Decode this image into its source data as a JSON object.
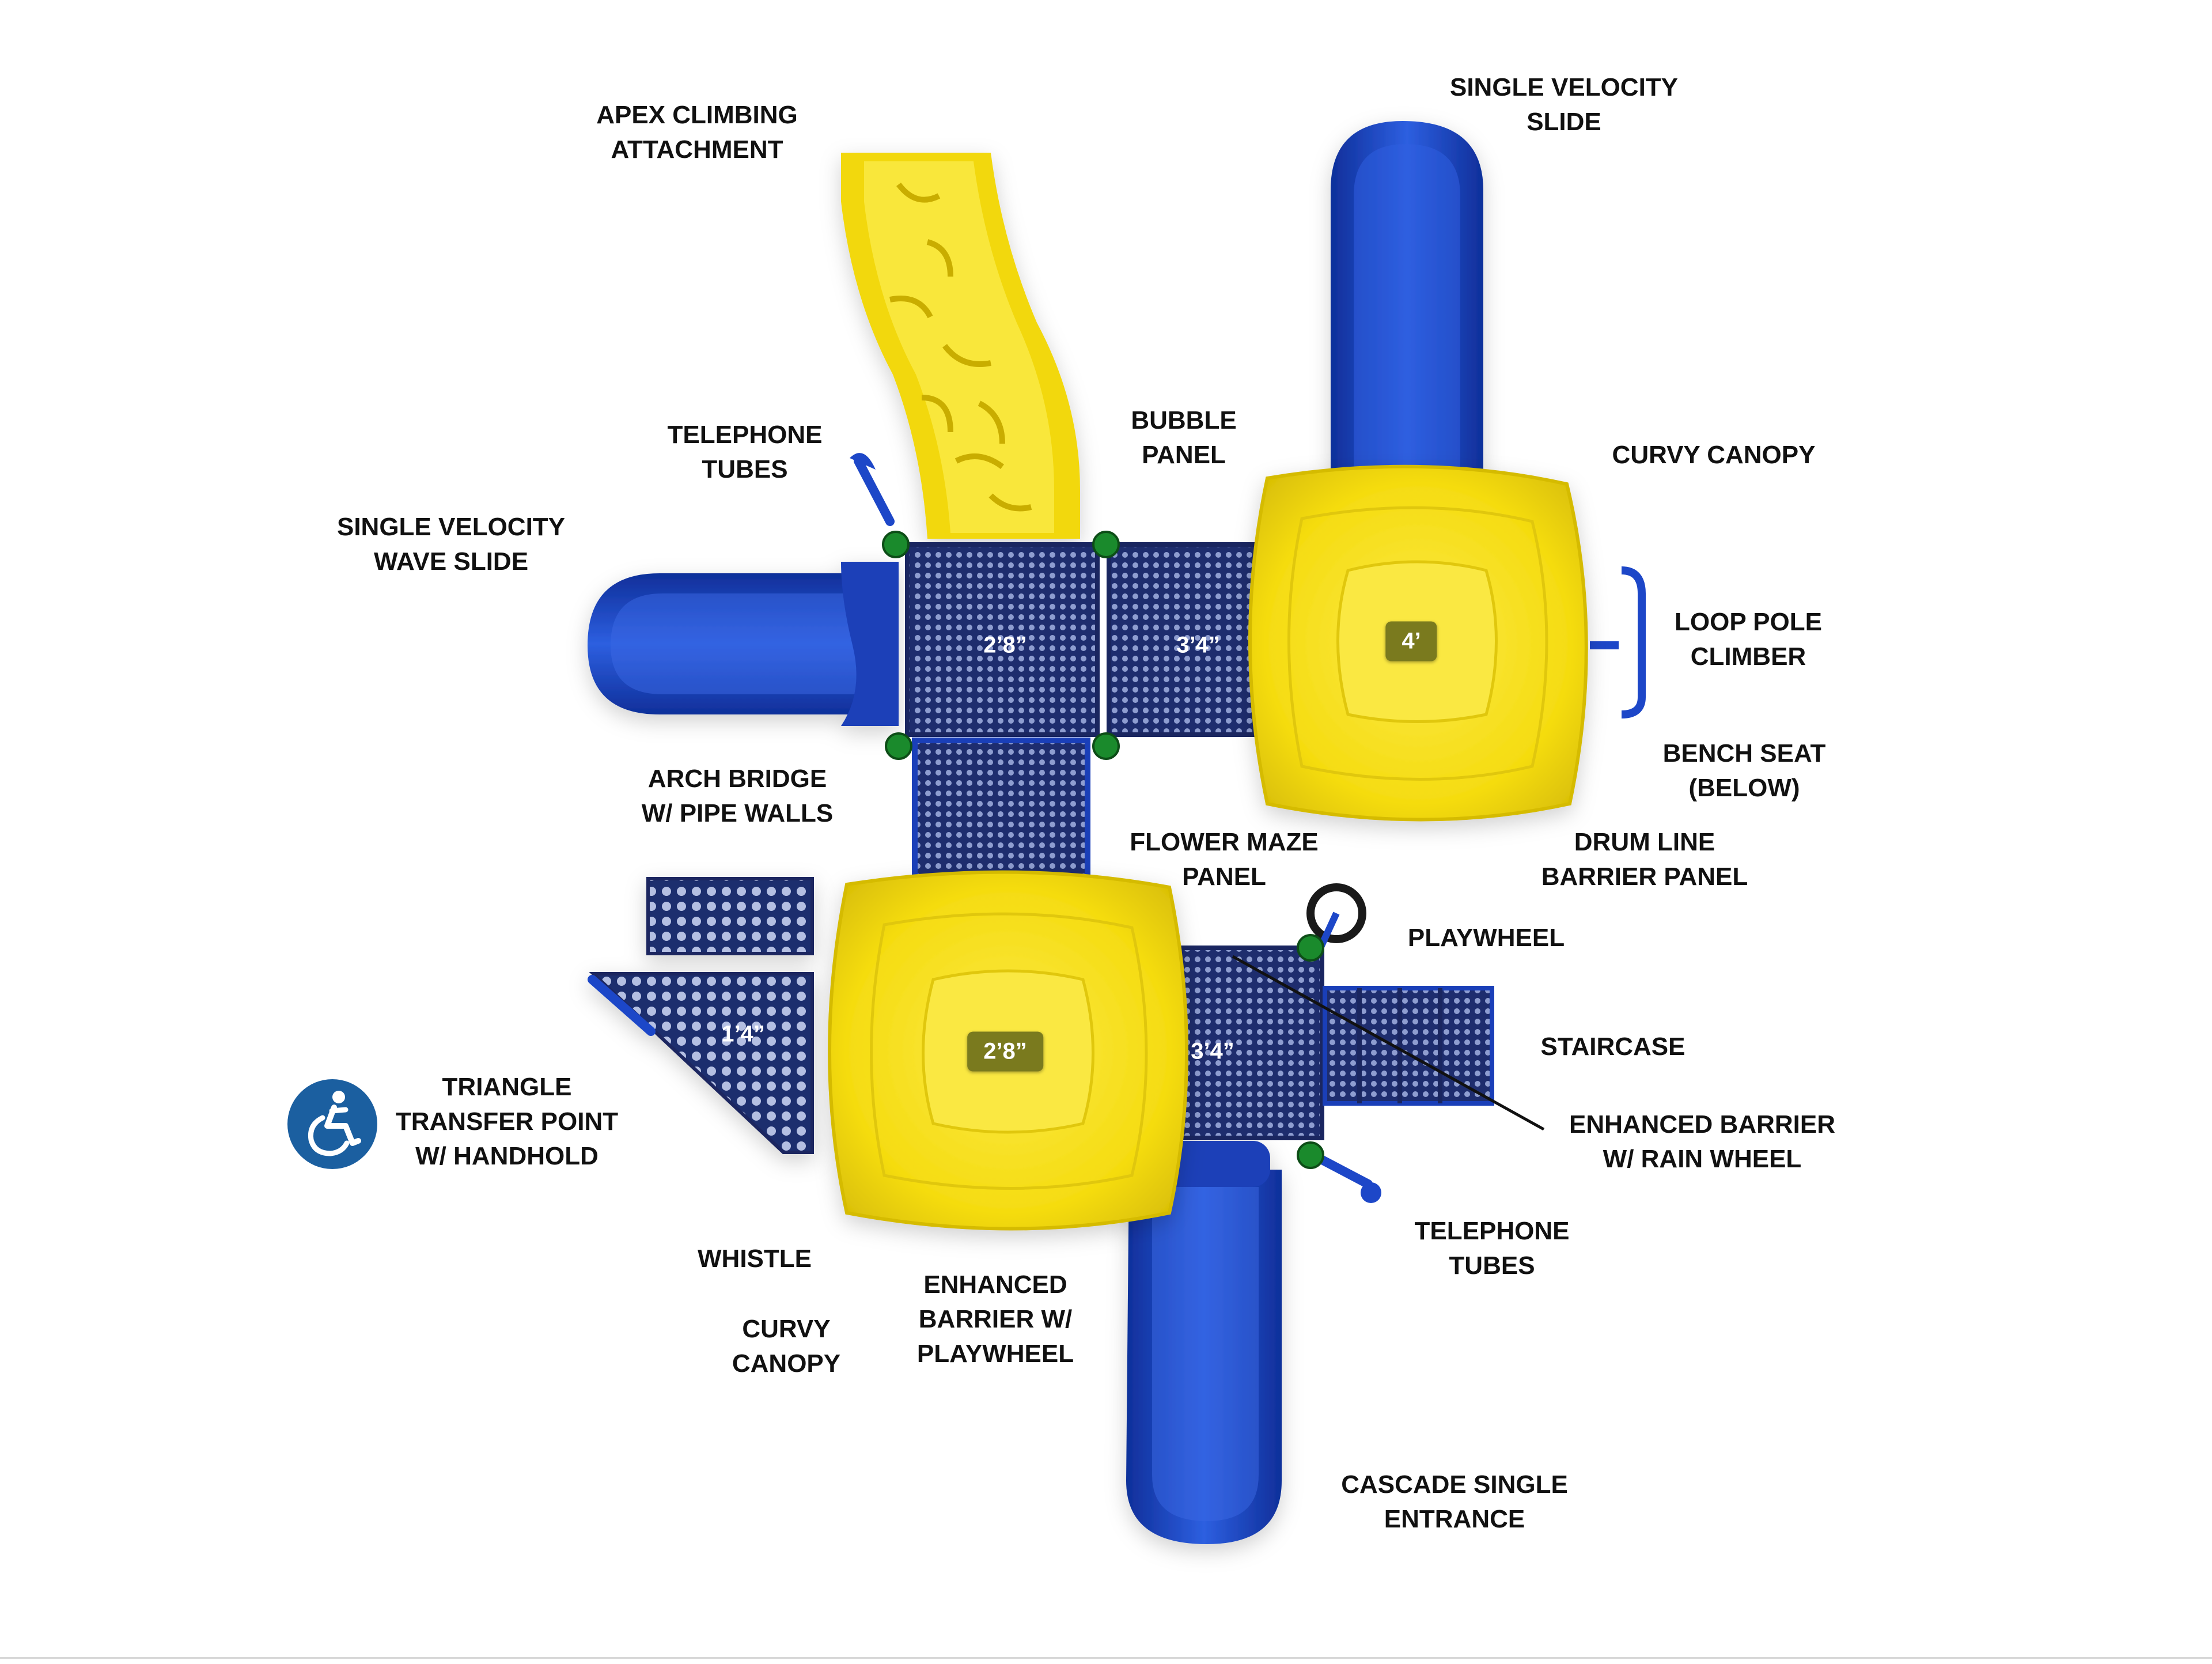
{
  "colors": {
    "deck": "#1e2d6e",
    "deck_hole": "#9aa7d4",
    "slide_blue": "#1d47c8",
    "slide_light": "#3d6be6",
    "canopy_yellow": "#f7e118",
    "canopy_shade": "#e0c70c",
    "clamp_green": "#1a8a2c",
    "height_tag": "#7a7a1e",
    "accessible_badge": "#1b5fa0"
  },
  "labels": {
    "apex": [
      "APEX CLIMBING",
      "ATTACHMENT"
    ],
    "single_velocity_slide": [
      "SINGLE VELOCITY",
      "SLIDE"
    ],
    "telephone_tubes_top": [
      "TELEPHONE",
      "TUBES"
    ],
    "bubble_panel": [
      "BUBBLE",
      "PANEL"
    ],
    "curvy_canopy_top": [
      "CURVY CANOPY"
    ],
    "wave_slide": [
      "SINGLE VELOCITY",
      "WAVE SLIDE"
    ],
    "loop_pole": [
      "LOOP POLE",
      "CLIMBER"
    ],
    "bench_seat": [
      "BENCH SEAT",
      "(BELOW)"
    ],
    "arch_bridge": [
      "ARCH BRIDGE",
      "W/ PIPE WALLS"
    ],
    "flower_maze": [
      "FLOWER MAZE",
      "PANEL"
    ],
    "drum_line": [
      "DRUM LINE",
      "BARRIER PANEL"
    ],
    "playwheel": [
      "PLAYWHEEL"
    ],
    "staircase": [
      "STAIRCASE"
    ],
    "triangle_transfer": [
      "TRIANGLE",
      "TRANSFER POINT",
      "W/ HANDHOLD"
    ],
    "enhanced_rain": [
      "ENHANCED BARRIER",
      "W/ RAIN WHEEL"
    ],
    "telephone_tubes_bottom": [
      "TELEPHONE",
      "TUBES"
    ],
    "whistle": [
      "WHISTLE"
    ],
    "enhanced_playwheel": [
      "ENHANCED",
      "BARRIER W/",
      "PLAYWHEEL"
    ],
    "curvy_canopy_bottom": [
      "CURVY",
      "CANOPY"
    ],
    "cascade": [
      "CASCADE SINGLE",
      "ENTRANCE"
    ]
  },
  "heights": {
    "deck_upper_left": "2’8”",
    "deck_upper_right": "3’4”",
    "canopy_right": "4’",
    "canopy_left": "2’8”",
    "transfer": "1’4”",
    "deck_lower": "3’4”"
  },
  "icons": {
    "accessible": "wheelchair-accessible-icon"
  }
}
